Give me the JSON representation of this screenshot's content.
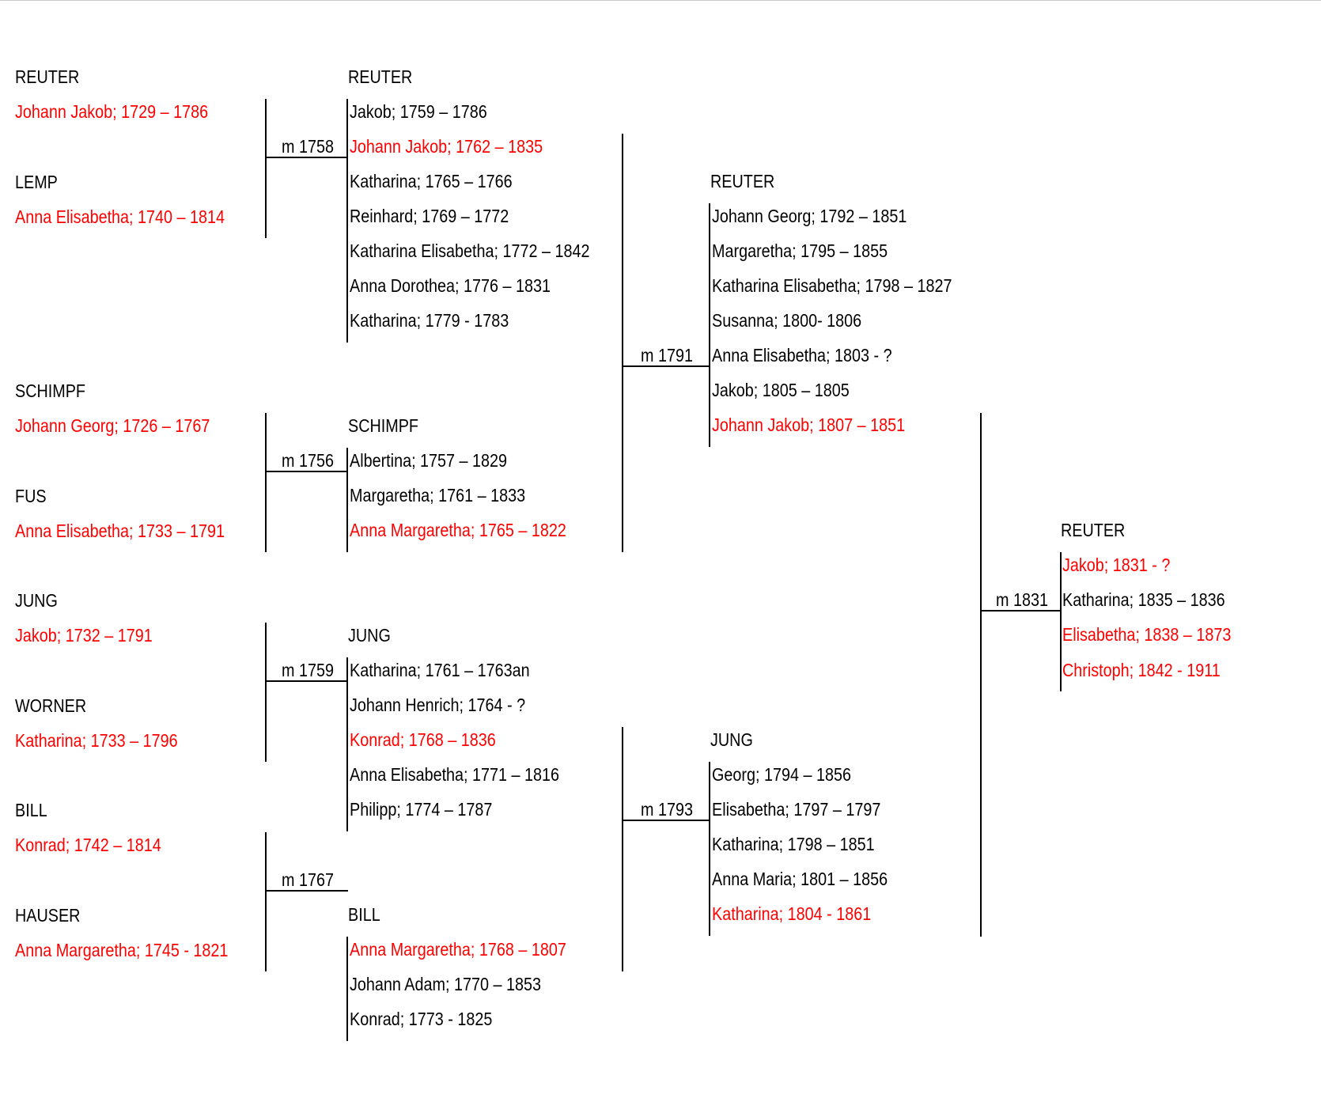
{
  "colors": {
    "highlight": "#ff0000",
    "text": "#000000",
    "line": "#000000"
  },
  "generation1": [
    {
      "surname": "REUTER",
      "person": "Johann Jakob; 1729 – 1786"
    },
    {
      "surname": "LEMP",
      "person": "Anna Elisabetha; 1740 – 1814"
    },
    {
      "surname": "SCHIMPF",
      "person": "Johann Georg; 1726 – 1767"
    },
    {
      "surname": "FUS",
      "person": "Anna Elisabetha; 1733 – 1791"
    },
    {
      "surname": "JUNG",
      "person": "Jakob; 1732 – 1791"
    },
    {
      "surname": "WORNER",
      "person": "Katharina; 1733 – 1796"
    },
    {
      "surname": "BILL",
      "person": "Konrad; 1742 – 1814"
    },
    {
      "surname": "HAUSER",
      "person": "Anna Margaretha; 1745 - 1821"
    }
  ],
  "marriages": {
    "m1758": "m 1758",
    "m1756": "m 1756",
    "m1759": "m 1759",
    "m1767": "m 1767",
    "m1791": "m 1791",
    "m1793": "m 1793",
    "m1831": "m 1831"
  },
  "families": {
    "reuter1758": {
      "surname": "REUTER",
      "children": [
        {
          "name": "Jakob; 1759 – 1786",
          "direct": false
        },
        {
          "name": "Johann Jakob; 1762 – 1835",
          "direct": true
        },
        {
          "name": "Katharina; 1765 – 1766",
          "direct": false
        },
        {
          "name": "Reinhard; 1769 – 1772",
          "direct": false
        },
        {
          "name": "Katharina Elisabetha; 1772 – 1842",
          "direct": false
        },
        {
          "name": "Anna Dorothea; 1776 – 1831",
          "direct": false
        },
        {
          "name": "Katharina; 1779 - 1783",
          "direct": false
        }
      ]
    },
    "schimpf1756": {
      "surname": "SCHIMPF",
      "children": [
        {
          "name": "Albertina; 1757 – 1829",
          "direct": false
        },
        {
          "name": "Margaretha; 1761 – 1833",
          "direct": false
        },
        {
          "name": "Anna Margaretha; 1765 – 1822",
          "direct": true
        }
      ]
    },
    "jung1759": {
      "surname": "JUNG",
      "children": [
        {
          "name": "Katharina; 1761 – 1763an",
          "direct": false
        },
        {
          "name": "Johann Henrich; 1764 - ?",
          "direct": false
        },
        {
          "name": "Konrad; 1768 – 1836",
          "direct": true
        },
        {
          "name": "Anna Elisabetha; 1771 – 1816",
          "direct": false
        },
        {
          "name": "Philipp; 1774 – 1787",
          "direct": false
        }
      ]
    },
    "bill1767": {
      "surname": "BILL",
      "children": [
        {
          "name": "Anna Margaretha; 1768 – 1807",
          "direct": true
        },
        {
          "name": "Johann Adam; 1770 – 1853",
          "direct": false
        },
        {
          "name": "Konrad; 1773 - 1825",
          "direct": false
        }
      ]
    },
    "reuter1791": {
      "surname": "REUTER",
      "children": [
        {
          "name": "Johann Georg; 1792 – 1851",
          "direct": false
        },
        {
          "name": "Margaretha; 1795 – 1855",
          "direct": false
        },
        {
          "name": "Katharina Elisabetha; 1798 – 1827",
          "direct": false
        },
        {
          "name": "Susanna; 1800- 1806",
          "direct": false
        },
        {
          "name": "Anna Elisabetha; 1803 - ?",
          "direct": false
        },
        {
          "name": "Jakob; 1805 – 1805",
          "direct": false
        },
        {
          "name": "Johann Jakob; 1807 – 1851",
          "direct": true
        }
      ]
    },
    "jung1793": {
      "surname": "JUNG",
      "children": [
        {
          "name": "Georg; 1794 – 1856",
          "direct": false
        },
        {
          "name": "Elisabetha; 1797 – 1797",
          "direct": false
        },
        {
          "name": "Katharina; 1798 – 1851",
          "direct": false
        },
        {
          "name": "Anna Maria; 1801 – 1856",
          "direct": false
        },
        {
          "name": "Katharina; 1804 - 1861",
          "direct": true
        }
      ]
    },
    "reuter1831": {
      "surname": "REUTER",
      "children": [
        {
          "name": "Jakob; 1831 - ?",
          "direct": true
        },
        {
          "name": "Katharina; 1835 – 1836",
          "direct": false
        },
        {
          "name": "Elisabetha; 1838 – 1873",
          "direct": true
        },
        {
          "name": "Christoph; 1842 - 1911",
          "direct": true
        }
      ]
    }
  }
}
